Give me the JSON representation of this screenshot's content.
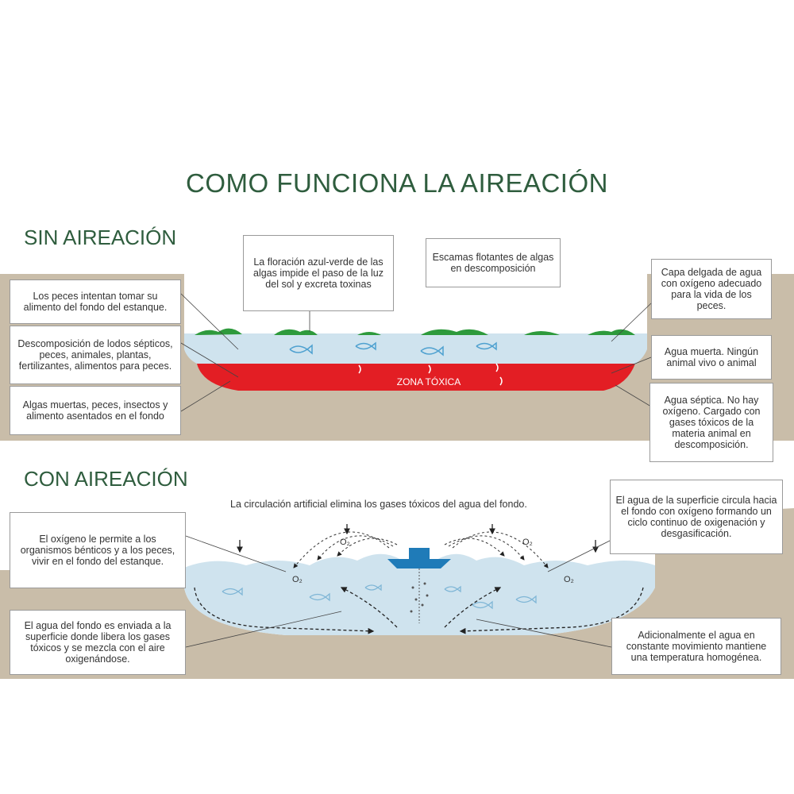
{
  "title": "COMO FUNCIONA LA AIREACIÓN",
  "sections": {
    "sin": {
      "heading": "SIN AIREACIÓN",
      "toxic_zone": "ZONA TÓXICA",
      "labels": {
        "peces_alimento": "Los peces intentan tomar su alimento del fondo del estanque.",
        "descomposicion_lodos": "Descomposición de lodos sépticos, peces, animales, plantas, fertilizantes, alimentos para peces.",
        "algas_muertas": "Algas muertas, peces, insectos y alimento asentados en el fondo",
        "floracion": "La floración azul-verde de las algas impide el paso de la luz del sol y excreta toxinas",
        "escamas": "Escamas flotantes de algas en descomposición",
        "capa_delgada": "Capa delgada de agua con oxígeno adecuado para la vida de los peces.",
        "agua_muerta": "Agua muerta. Ningún animal vivo o animal",
        "agua_septica": "Agua séptica. No hay oxígeno. Cargado con gases tóxicos de la materia animal en descomposición."
      }
    },
    "con": {
      "heading": "CON AIREACIÓN",
      "o2_symbol": "O₂",
      "labels": {
        "circulacion": "La circulación artificial elimina los gases tóxicos del agua del fondo.",
        "oxigeno_organismos": "El oxígeno le permite a los organismos bénticos y a los peces, vivir en el fondo del estanque.",
        "agua_fondo": "El agua del fondo es enviada a la superficie donde libera los gases tóxicos y se mezcla con el aire oxigenándose.",
        "agua_superficie": "El agua de la superficie circula hacia el fondo con oxígeno formando un ciclo continuo de oxigenación y desgasificación.",
        "adicionalmente": "Adicionalmente el agua en constante movimiento mantiene una temperatura homogénea."
      }
    }
  },
  "colors": {
    "ground": "#c9bda9",
    "water": "#cfe3ee",
    "water_dark": "#bcd6e6",
    "toxic": "#e31e24",
    "algae": "#2e9a3c",
    "fish": "#4fa1d0",
    "aerator": "#1f7bb8",
    "title_green": "#2f5d3e"
  }
}
